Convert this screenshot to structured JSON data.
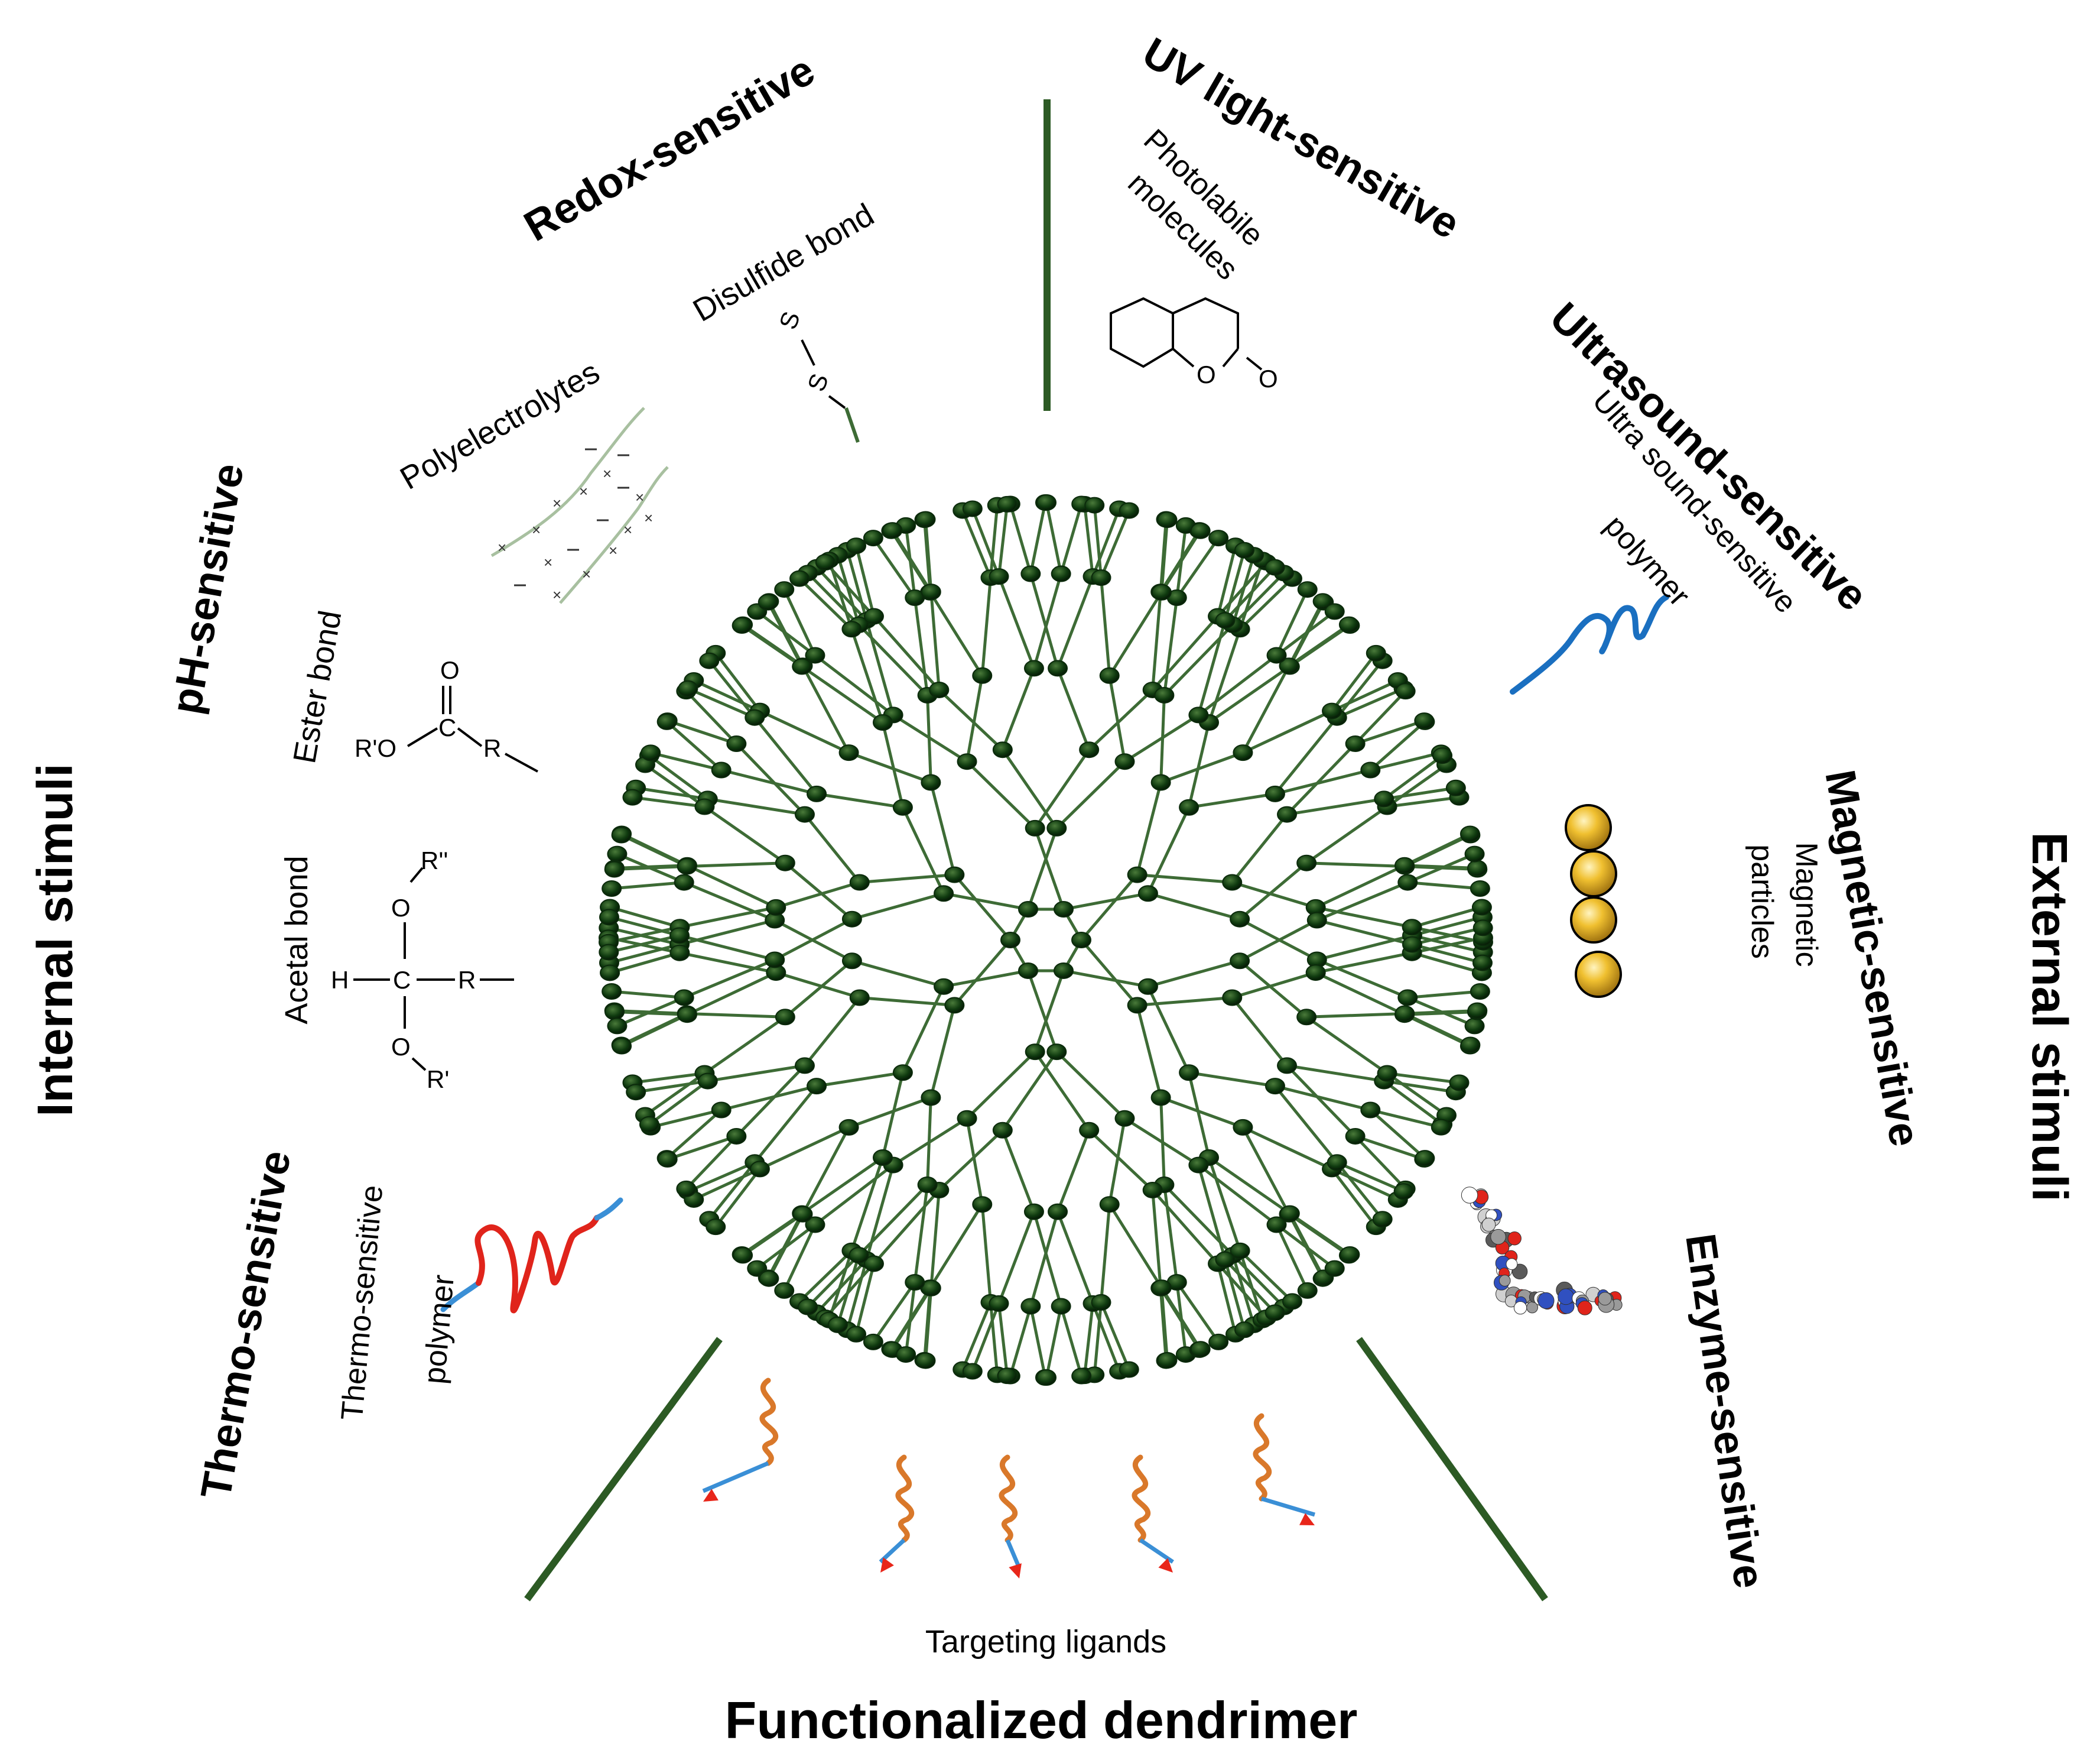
{
  "labels": {
    "internal_stimuli": "Internal stimuli",
    "external_stimuli": "External stimuli",
    "redox_sensitive": "Redox-sensitive",
    "uv_light_sensitive": "UV light-sensitive",
    "ultrasound_sensitive": "Ultrasound-sensitive",
    "magnetic_sensitive": "Magnetic-sensitive",
    "enzyme_sensitive": "Enzyme-sensitive",
    "thermo_sensitive": "Thermo-sensitive",
    "ph_sensitive": "pH-sensitive",
    "disulfide_bond": "Disulfide bond",
    "polyelectrolytes": "Polyelectrolytes",
    "ester_bond": "Ester bond",
    "acetal_bond": "Acetal bond",
    "photolabile_1": "Photolabile",
    "photolabile_2": "molecules",
    "ultrasound_polymer_1": "Ultra sound-sensitive",
    "ultrasound_polymer_2": "polymer",
    "magnetic_particles_1": "Magnetic",
    "magnetic_particles_2": "particles",
    "thermo_polymer_1": "Thermo-sensitive",
    "thermo_polymer_2": "polymer",
    "targeting_ligands": "Targeting ligands",
    "functionalized_dendrimer": "Functionalized dendrimer"
  },
  "chemistry": {
    "ester": {
      "o_top": "O",
      "c": "C",
      "ro": "R'O",
      "r": "R"
    },
    "acetal": {
      "r2": "R''",
      "o1": "O",
      "h": "H",
      "c": "C",
      "r": "R",
      "o2": "O",
      "r1": "R'"
    },
    "disulfide": {
      "s1": "S",
      "s2": "S"
    },
    "lactone": {
      "o_ring": "O",
      "o_carbonyl": "O"
    }
  },
  "colors": {
    "branch": "#3d6b35",
    "node": "#0b2a0b",
    "divider": "#2c5a24",
    "ligand": "#d9782a",
    "arrow": "#e8261a",
    "spacer": "#3a8fd6",
    "thermo": "#e0241b",
    "gold": "#f0c030"
  }
}
